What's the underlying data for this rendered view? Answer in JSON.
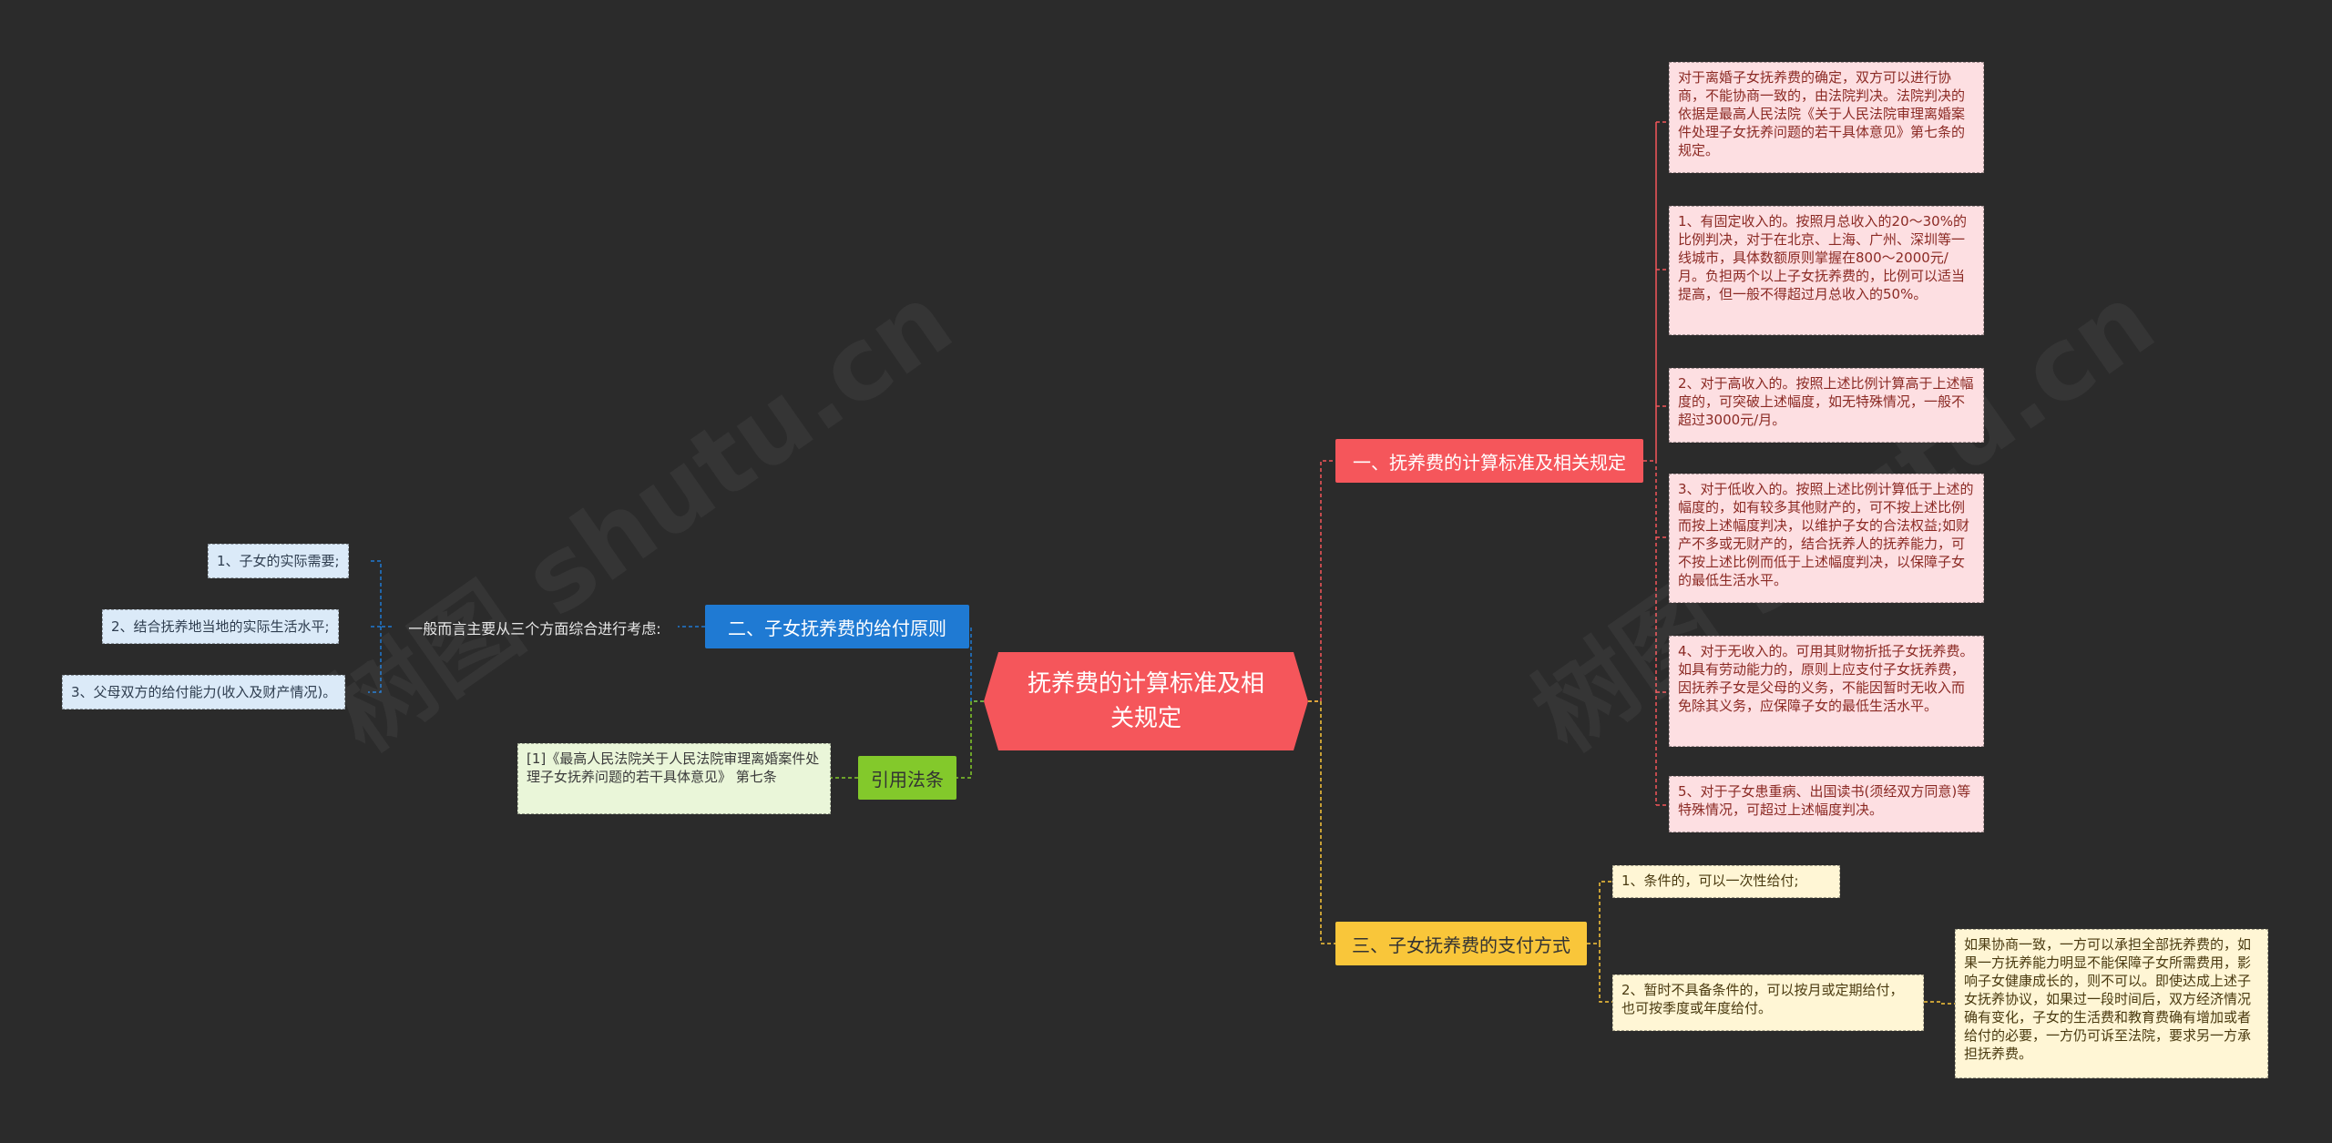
{
  "central": {
    "text": "抚养费的计算标准及相关规定"
  },
  "watermarks": [
    "树图 shutu.cn",
    "树图 shutu.cn"
  ],
  "branches": {
    "calc": {
      "label": "一、抚养费的计算标准及相关规定",
      "leaves": [
        "对于离婚子女抚养费的确定，双方可以进行协商，不能协商一致的，由法院判决。法院判决的依据是最高人民法院《关于人民法院审理离婚案件处理子女抚养问题的若干具体意见》第七条的规定。",
        "1、有固定收入的。按照月总收入的20～30%的比例判决，对于在北京、上海、广州、深圳等一线城市，具体数额原则掌握在800～2000元/月。负担两个以上子女抚养费的，比例可以适当提高，但一般不得超过月总收入的50%。",
        "2、对于高收入的。按照上述比例计算高于上述幅度的，可突破上述幅度，如无特殊情况，一般不超过3000元/月。",
        "3、对于低收入的。按照上述比例计算低于上述的幅度的，如有较多其他财产的，可不按上述比例而按上述幅度判决，以维护子女的合法权益;如财产不多或无财产的，结合抚养人的抚养能力，可不按上述比例而低于上述幅度判决，以保障子女的最低生活水平。",
        "4、对于无收入的。可用其财物折抵子女抚养费。如具有劳动能力的，原则上应支付子女抚养费，因抚养子女是父母的义务，不能因暂时无收入而免除其义务，应保障子女的最低生活水平。",
        "5、对于子女患重病、出国读书(须经双方同意)等特殊情况，可超过上述幅度判决。"
      ]
    },
    "principle": {
      "label": "二、子女抚养费的给付原则",
      "general": "一般而言主要从三个方面综合进行考虑:",
      "leaves": [
        "1、子女的实际需要;",
        "2、结合抚养地当地的实际生活水平;",
        "3、父母双方的给付能力(收入及财产情况)。"
      ]
    },
    "payment": {
      "label": "三、子女抚养费的支付方式",
      "leaves": [
        "1、条件的，可以一次性给付;",
        "2、暂时不具备条件的，可以按月或定期给付，也可按季度或年度给付。"
      ],
      "detail": "如果协商一致，一方可以承担全部抚养费的，如果一方抚养能力明显不能保障子女所需费用，影响子女健康成长的，则不可以。即使达成上述子女抚养协议，如果过一段时间后，双方经济情况确有变化，子女的生活费和教育费确有增加或者给付的必要，一方仍可诉至法院，要求另一方承担抚养费。"
    },
    "citation": {
      "label": "引用法条",
      "leaf": "[1]《最高人民法院关于人民法院审理离婚案件处理子女抚养问题的若干具体意见》 第七条"
    }
  },
  "colors": {
    "background": "#2b2b2b",
    "central": "#f5565b",
    "calc": "#f5565b",
    "principle": "#1f7ad3",
    "payment": "#f9c63a",
    "citation": "#83c92b"
  }
}
